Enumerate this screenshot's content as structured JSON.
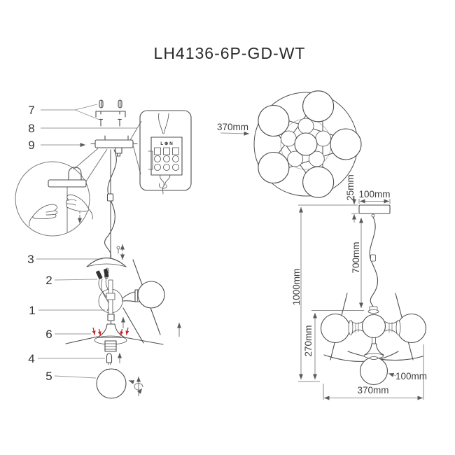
{
  "title": "LH4136-6P-GD-WT",
  "part_labels": {
    "n1": "1",
    "n2": "2",
    "n3": "3",
    "n4": "4",
    "n5": "5",
    "n6": "6",
    "n7": "7",
    "n8": "8",
    "n9": "9"
  },
  "wiring_inset": {
    "terminal_labels": "L ⊕ N"
  },
  "top_view": {
    "diameter": "370mm"
  },
  "front_view": {
    "canopy_width": "100mm",
    "canopy_height": "25mm",
    "cord_length": "700mm",
    "overall_height": "1000mm",
    "body_height": "270mm",
    "globe_diameter": "100mm",
    "body_width": "370mm"
  },
  "colors": {
    "line": "#4d4d4d",
    "dimension_text": "#3f3f3f",
    "leader": "#999999",
    "red_arrow": "#c62828"
  }
}
